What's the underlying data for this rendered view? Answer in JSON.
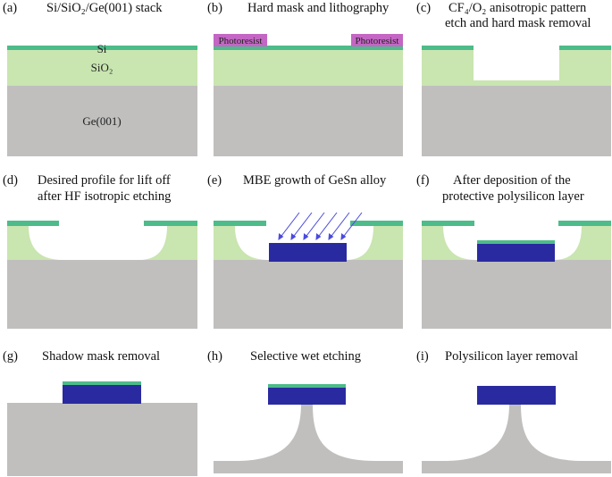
{
  "colors": {
    "ge": "#c0bfbe",
    "sio2": "#c9e5b0",
    "si": "#4dbb8a",
    "photoresist": "#c466c4",
    "gesn": "#2a2aa0",
    "arrow": "#4a4ae0"
  },
  "panels": {
    "a": {
      "id": "(a)",
      "title": "Si/SiO₂/Ge(001) stack",
      "si": "Si",
      "sio2": "SiO₂",
      "ge": "Ge(001)"
    },
    "b": {
      "id": "(b)",
      "title": "Hard mask and lithography",
      "pr_left": "Photoresist",
      "pr_right": "Photoresist"
    },
    "c": {
      "id": "(c)",
      "title_line1": "CF₄/O₂ anisotropic pattern",
      "title_line2": "etch and hard mask removal"
    },
    "d": {
      "id": "(d)",
      "title_line1": "Desired profile for lift off",
      "title_line2": "after HF isotropic etching"
    },
    "e": {
      "id": "(e)",
      "title": "MBE growth of GeSn alloy"
    },
    "f": {
      "id": "(f)",
      "title_line1": "After deposition of the",
      "title_line2": "protective polysilicon layer"
    },
    "g": {
      "id": "(g)",
      "title": "Shadow mask removal"
    },
    "h": {
      "id": "(h)",
      "title": "Selective wet etching"
    },
    "i": {
      "id": "(i)",
      "title": "Polysilicon layer removal"
    }
  }
}
